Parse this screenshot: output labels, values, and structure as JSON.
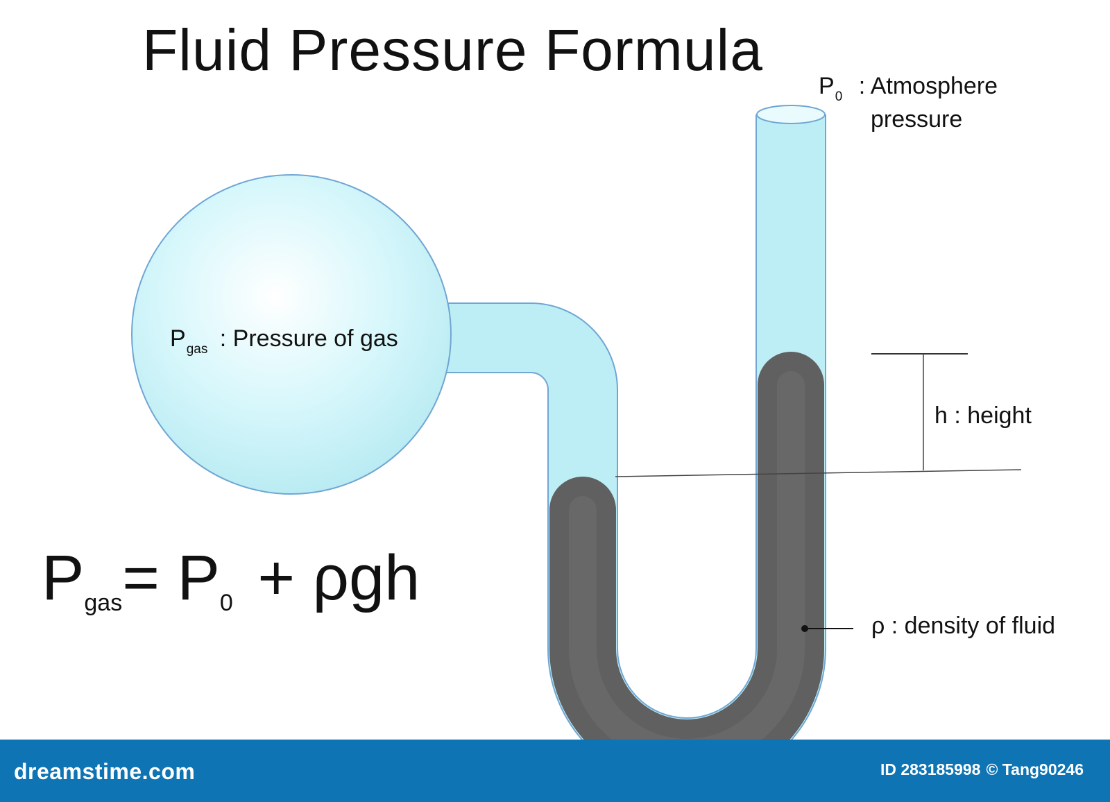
{
  "title": "Fluid Pressure Formula",
  "labels": {
    "p0": {
      "symbol": "P",
      "subscript": "0",
      "text": ": Atmosphere",
      "text2": "pressure"
    },
    "pgas": {
      "symbol": "P",
      "subscript": "gas",
      "text": ": Pressure of gas"
    },
    "height": "h : height",
    "density": "ρ : density of fluid"
  },
  "formula": {
    "lhs_symbol": "P",
    "lhs_subscript": "gas",
    "equals": "=",
    "p_symbol": "P",
    "p_subscript": "0",
    "rest": "+ ρgh"
  },
  "footer": {
    "brand": "dreamstime.com",
    "id_label": "ID 283185998",
    "copyright": "© Tang90246"
  },
  "colors": {
    "gas": "#bff0f7",
    "gas_edge": "#6fa6d4",
    "fluid": "#5d5d5d",
    "footer": "#0e74b3"
  }
}
